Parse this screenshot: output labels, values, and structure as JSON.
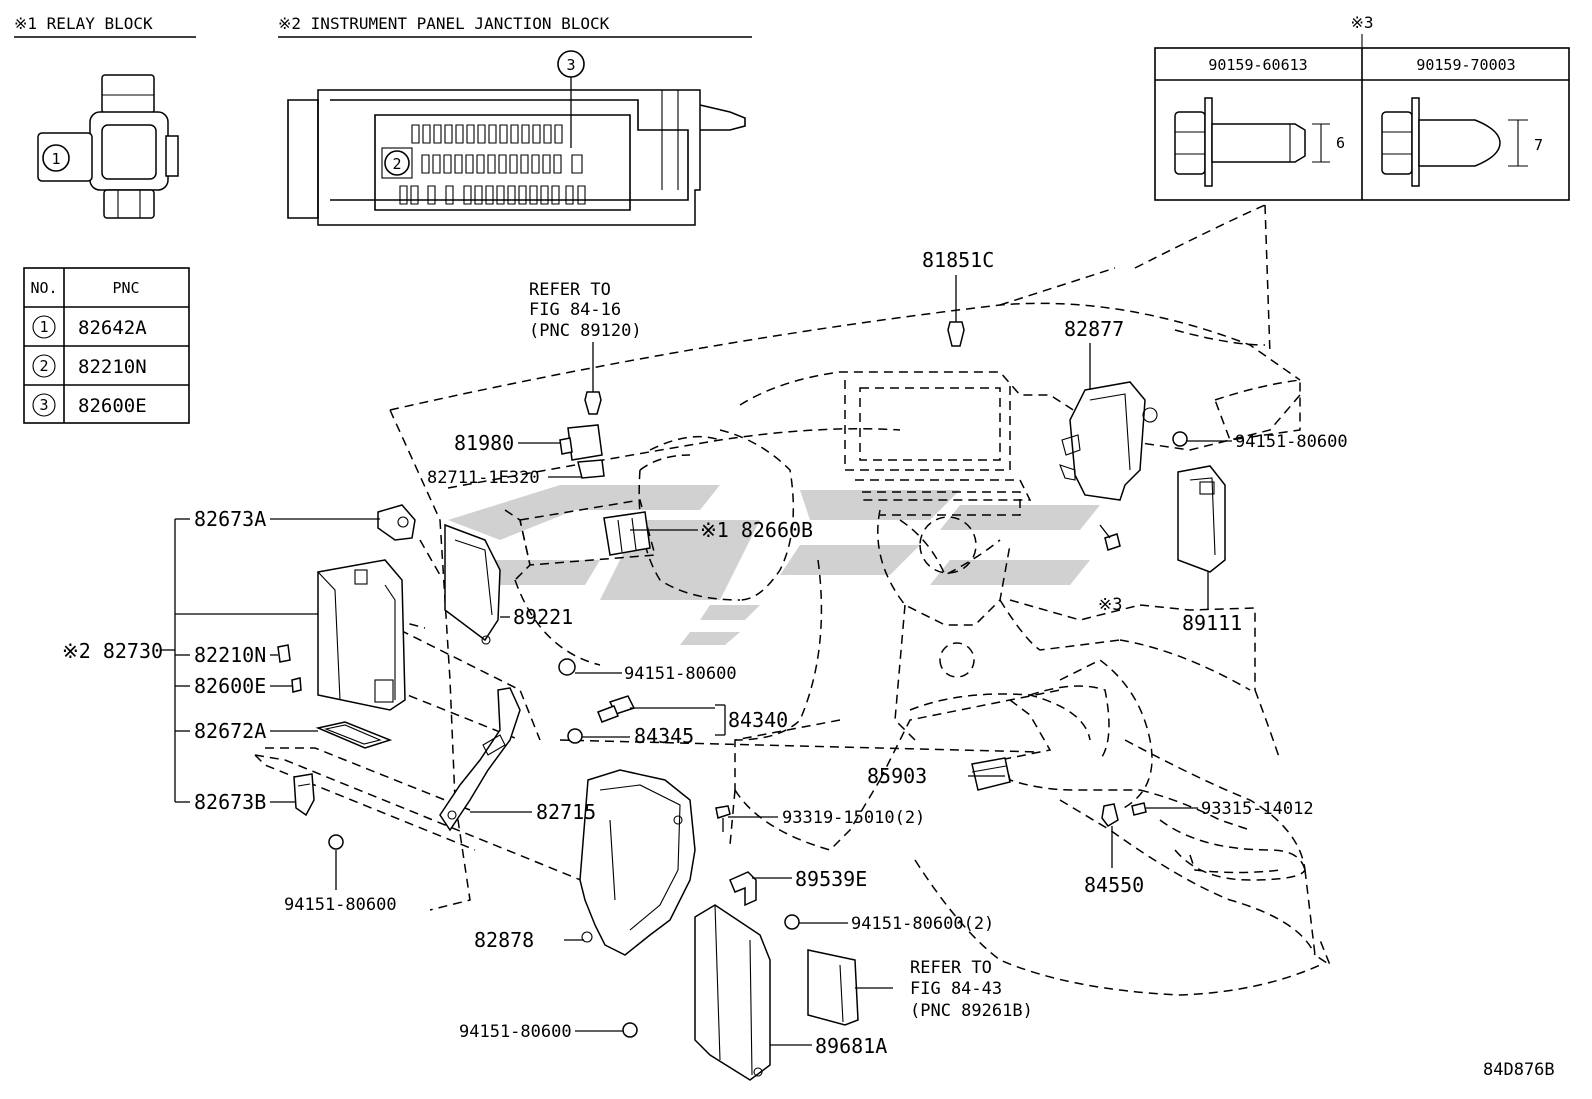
{
  "headers": {
    "relay_block": "※1 RELAY BLOCK",
    "jb": "※2 INSTRUMENT PANEL JANCTION BLOCK",
    "note3": "※3"
  },
  "pnc_table": {
    "col_no": "NO.",
    "col_pnc": "PNC",
    "rows": [
      {
        "no": "1",
        "pnc": "82642A"
      },
      {
        "no": "2",
        "pnc": "82210N"
      },
      {
        "no": "3",
        "pnc": "82600E"
      }
    ]
  },
  "callouts": {
    "c1": "1",
    "c2": "2",
    "c3": "3"
  },
  "bolt_table": {
    "col1": "90159-60613",
    "col2": "90159-70003",
    "dim1": "6",
    "dim2": "7"
  },
  "labels": {
    "p81851c": "81851C",
    "p82877": "82877",
    "p94151_tr": "94151-80600",
    "refer1": [
      "REFER TO",
      "FIG 84-16",
      "(PNC 89120)"
    ],
    "p81980": "81980",
    "p82711": "82711-1E320",
    "p82660b": "※1 82660B",
    "p82673a": "82673A",
    "p89221": "89221",
    "p82730": "※2 82730",
    "p82210n": "82210N",
    "p82600e": "82600E",
    "p94151_mid": "94151-80600",
    "p84340": "84340",
    "p84345": "84345",
    "p82672a": "82672A",
    "p82673b": "82673B",
    "p82715": "82715",
    "p85903": "85903",
    "p93319": "93319-15010(2)",
    "p93315": "93315-14012",
    "p84550": "84550",
    "p89539e": "89539E",
    "p94151_bl": "94151-80600",
    "p94151_2": "94151-80600(2)",
    "p82878": "82878",
    "refer2": [
      "REFER TO",
      "FIG 84-43",
      "(PNC 89261B)"
    ],
    "p94151_bot": "94151-80600",
    "p89681a": "89681A",
    "p89111": "89111",
    "note3_lbl": "※3",
    "code": "84D876B"
  }
}
